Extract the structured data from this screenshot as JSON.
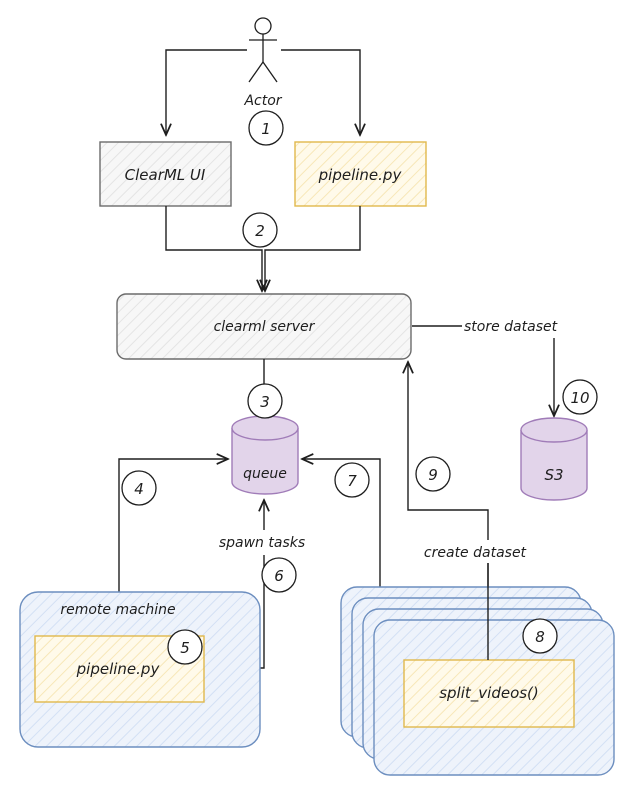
{
  "diagram": {
    "type": "architecture-flow",
    "style": "hand-drawn",
    "colors": {
      "stroke": "#1e1e1e",
      "gray_box_stroke": "#6b6b6b",
      "gray_box_fill": "#f4f4f4",
      "yellow_stroke": "#e0b84c",
      "yellow_fill": "#fdf6e0",
      "blue_stroke": "#6c8ebf",
      "blue_fill": "#e6eefa",
      "purple_stroke": "#a07cb8",
      "purple_fill": "#e2d4ea"
    },
    "actor": {
      "label": "Actor"
    },
    "nodes": {
      "clearml_ui": "ClearML UI",
      "pipeline_top": "pipeline.py",
      "server": "clearml server",
      "queue": "queue",
      "s3": "S3",
      "remote_machine": "remote machine",
      "pipeline_remote": "pipeline.py",
      "split_videos": "split_videos()"
    },
    "edge_labels": {
      "store_dataset": "store dataset",
      "spawn_tasks": "spawn tasks",
      "create_dataset": "create dataset"
    },
    "steps": [
      "1",
      "2",
      "3",
      "4",
      "5",
      "6",
      "7",
      "8",
      "9",
      "10"
    ]
  }
}
